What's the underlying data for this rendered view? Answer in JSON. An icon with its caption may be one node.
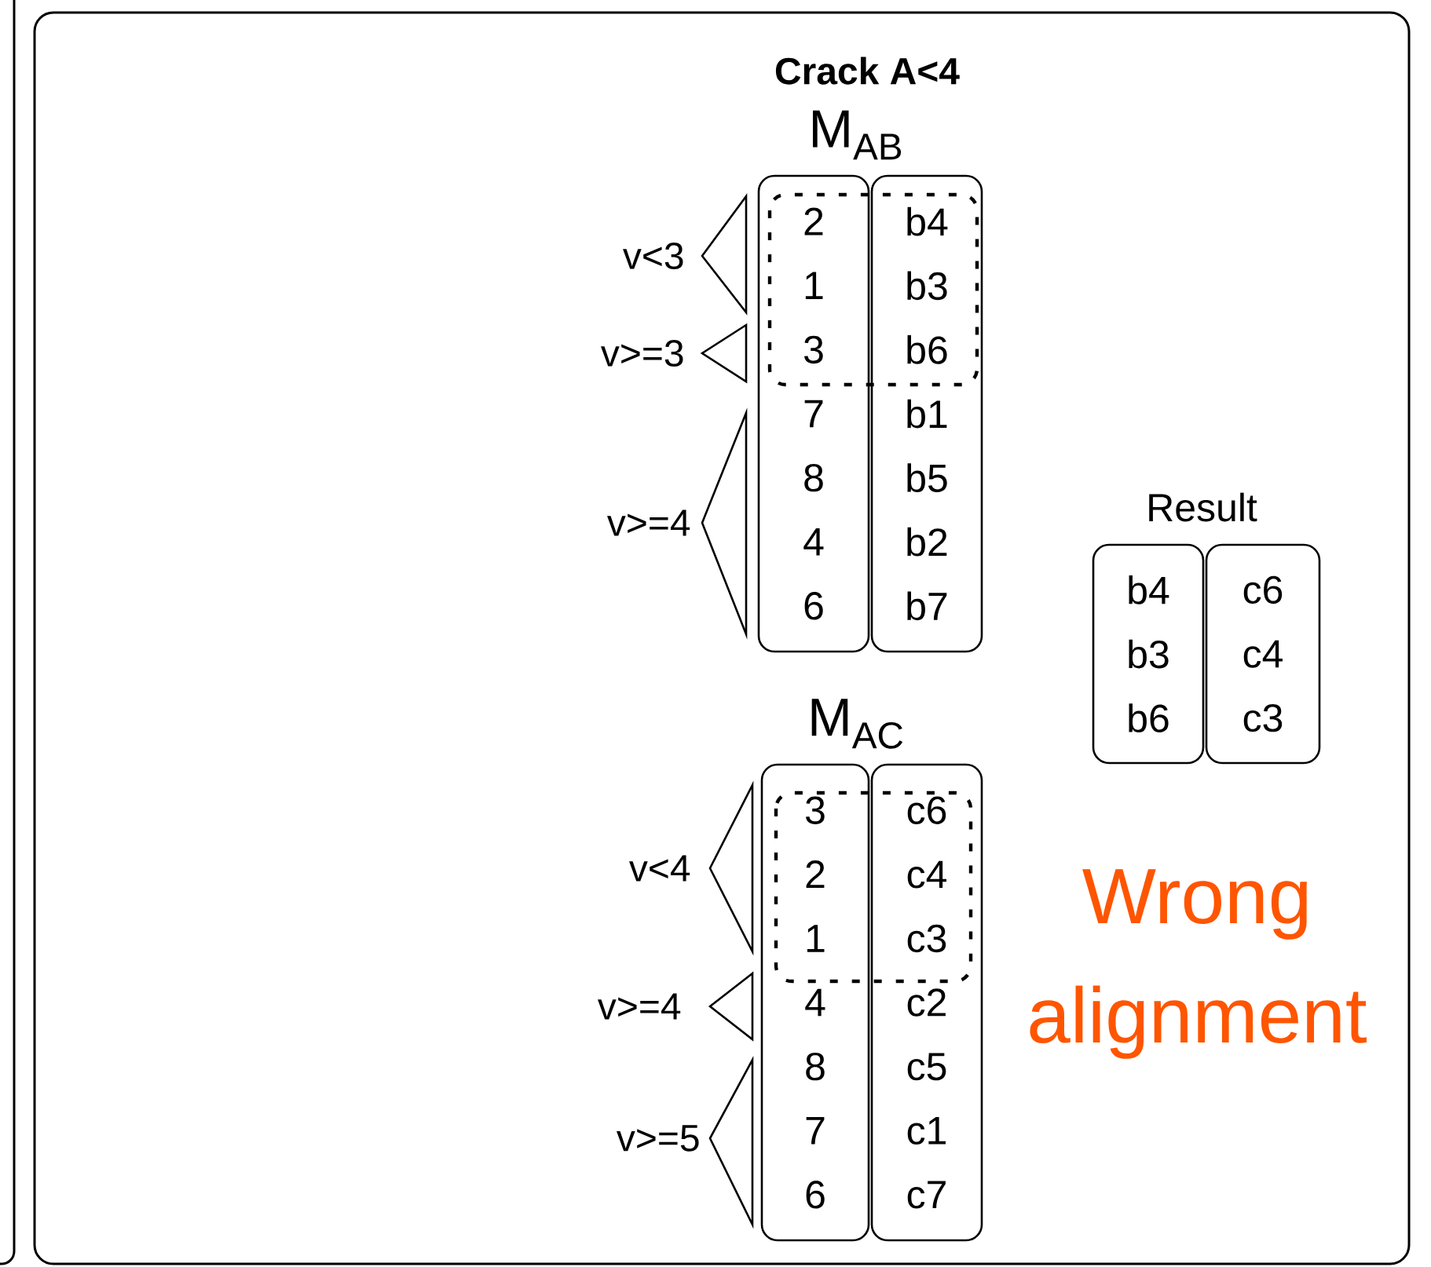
{
  "diagram": {
    "nodes": [
      {
        "text": [
          "Crack A<4"
        ]
      },
      {
        "text": [
          "2",
          "1",
          "3",
          "7",
          "8",
          "4",
          "6"
        ],
        "in": 0
      },
      {
        "text": [
          "b4",
          "b3",
          "b6",
          "b1",
          "b5",
          "b2",
          "b7"
        ],
        "in": 0
      },
      {
        "text": [
          "3",
          "2",
          "1",
          "4",
          "8",
          "7",
          "6"
        ],
        "in": 0
      },
      {
        "text": [
          "c6",
          "c4",
          "c3",
          "c2",
          "c5",
          "c1",
          "c7"
        ],
        "in": 0
      },
      {
        "text": [
          "b4",
          "b3",
          "b6"
        ],
        "in": 0
      },
      {
        "text": [
          "c6",
          "c4",
          "c3"
        ],
        "in": 0
      },
      {
        "text": [],
        "shape": "triangle",
        "beside": [
          "v<3"
        ],
        "in": 0
      },
      {
        "text": [],
        "shape": "triangle",
        "beside": [
          "v>=3"
        ],
        "in": 0
      },
      {
        "text": [],
        "shape": "triangle",
        "beside": [
          "v>=4"
        ],
        "in": 0
      },
      {
        "text": [],
        "shape": "triangle",
        "beside": [
          "v<4"
        ],
        "in": 0
      },
      {
        "text": [],
        "shape": "triangle",
        "beside": [
          "v>=4"
        ],
        "in": 0
      },
      {
        "text": [],
        "shape": "triangle",
        "beside": [
          "v>=5"
        ],
        "in": 0
      }
    ],
    "labels": [
      "M$_{AB}$",
      "Result",
      "M$_{AC}$",
      "Wrong alignment"
    ]
  }
}
